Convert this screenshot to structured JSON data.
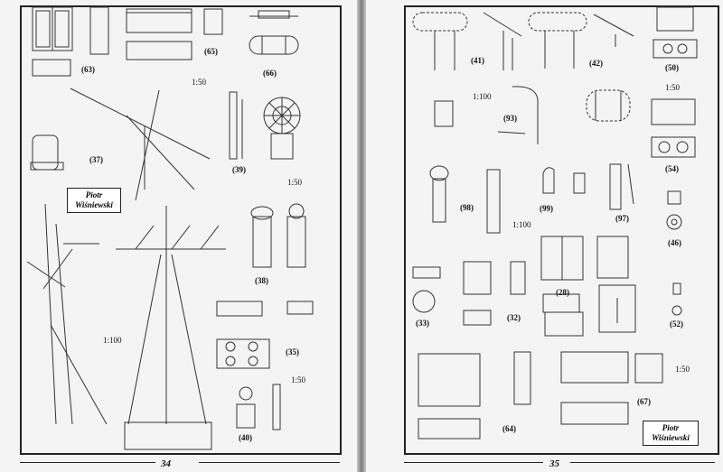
{
  "left_page": {
    "page_number": "34",
    "author": {
      "first": "Piotr",
      "last": "Wiśniewski"
    },
    "labels": [
      "(63)",
      "(65)",
      "(66)",
      "(37)",
      "(39)",
      "(38)",
      "(35)",
      "(40)"
    ],
    "scales": [
      "1:50",
      "1:50",
      "1:100",
      "1:50"
    ]
  },
  "right_page": {
    "page_number": "35",
    "author": {
      "first": "Piotr",
      "last": "Wiśniewski"
    },
    "labels": [
      "(41)",
      "(42)",
      "(50)",
      "(93)",
      "(54)",
      "(98)",
      "(99)",
      "(97)",
      "(46)",
      "(28)",
      "(33)",
      "(32)",
      "(52)",
      "(64)",
      "(67)"
    ],
    "scales": [
      "1:100",
      "1:50",
      "1:100",
      "1:50"
    ]
  }
}
